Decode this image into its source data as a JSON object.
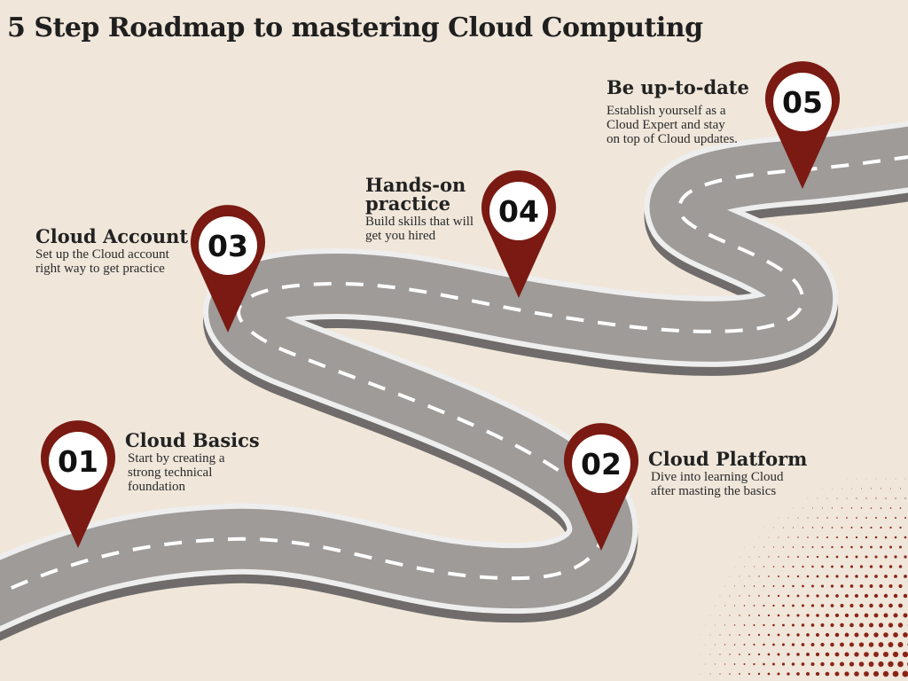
{
  "title": "5 Step Roadmap to mastering Cloud Computing",
  "colors": {
    "background": "#f0e6da",
    "road": "#9e9b99",
    "road_edge": "#e9e9e9",
    "road_shadow": "#6f6c6b",
    "lane_marking": "#ffffff",
    "pin": "#7a1a12",
    "dots": "#8a2418"
  },
  "steps": [
    {
      "number": "01",
      "title": "Cloud Basics",
      "description": "Start by creating a strong technical foundation"
    },
    {
      "number": "02",
      "title": "Cloud Platform",
      "description": "Dive into learning Cloud after masting the basics"
    },
    {
      "number": "03",
      "title": "Cloud Account",
      "description": "Set up the Cloud account right way to get practice"
    },
    {
      "number": "04",
      "title": "Hands-on practice",
      "description": "Build skills that will get you hired"
    },
    {
      "number": "05",
      "title": "Be up-to-date",
      "description": "Establish yourself as a Cloud Expert and stay on top of Cloud updates."
    }
  ]
}
